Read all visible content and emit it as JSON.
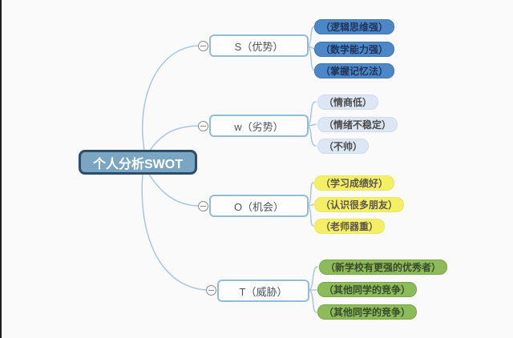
{
  "canvas": {
    "background": "#fafafa",
    "left_edge_border": "#1c1c1c",
    "connector_color": "#a9c6de"
  },
  "root": {
    "label": "个人分析SWOT",
    "fill": "#7ba6c3",
    "border": "#2e4d68",
    "text_color": "#ffffff"
  },
  "branch_style": {
    "fill": "#fdfdfd",
    "border": "#92bcd9",
    "text_color": "#4a545e"
  },
  "branches": [
    {
      "label": "S（优势）",
      "collapse_icon": "minus",
      "child_fill": "#4c88c8",
      "child_text_color": "#203358",
      "children": [
        {
          "label": "（逻辑思维强）"
        },
        {
          "label": "（数学能力强）"
        },
        {
          "label": "（掌握记忆法）"
        }
      ]
    },
    {
      "label": "w（劣势）",
      "collapse_icon": "minus",
      "child_fill": "#dde7f4",
      "child_text_color": "#4a4a4a",
      "children": [
        {
          "label": "（情商低）"
        },
        {
          "label": "（情绪不稳定）"
        },
        {
          "label": "（不帅）"
        }
      ]
    },
    {
      "label": "O（机会）",
      "collapse_icon": "minus",
      "child_fill": "#f4ef66",
      "child_text_color": "#5c564c",
      "children": [
        {
          "label": "（学习成绩好）"
        },
        {
          "label": "（认识很多朋友）"
        },
        {
          "label": "（老师器重）"
        }
      ]
    },
    {
      "label": "T（威胁）",
      "collapse_icon": "minus",
      "child_fill": "#8dbb59",
      "child_text_color": "#384a2c",
      "children": [
        {
          "label": "（新学校有更强的优秀者）"
        },
        {
          "label": "（其他同学的竞争）"
        },
        {
          "label": "（其他同学的竞争）"
        }
      ]
    }
  ]
}
